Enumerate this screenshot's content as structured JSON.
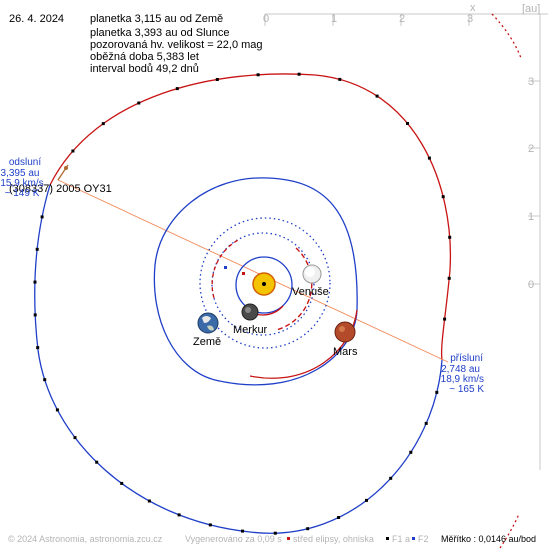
{
  "header": {
    "date": "26. 4. 2024",
    "info_lines": [
      "planetka 3,115 au od Země",
      "planetka 3,393 au od Slunce",
      "pozorovaná hv. velikost = 22,0 mag",
      "oběžná doba 5,383 let",
      "interval bodů 49,2 dnů"
    ]
  },
  "axes": {
    "x_label": "x",
    "unit_label": "[au]",
    "x_ticks": [
      "0",
      "1",
      "2",
      "3"
    ],
    "y_ticks": [
      "3",
      "2",
      "1",
      "0"
    ]
  },
  "asteroid": {
    "name": "(308337) 2005 OY31"
  },
  "aphelion": {
    "title": "odsluní",
    "distance": "3,395 au",
    "speed": "15,9 km/s",
    "temperature": "~ 149 K"
  },
  "perihelion": {
    "title": "přísluní",
    "distance": "2,748 au",
    "speed": "18,9 km/s",
    "temperature": "~ 165 K"
  },
  "planets": {
    "mercury": "Merkur",
    "venus": "Venuše",
    "earth": "Země",
    "mars": "Mars"
  },
  "footer": {
    "copyright": "© 2024 Astronomia, astronomia.zcu.cz",
    "generated": "Vygenerováno za 0,09 s",
    "legend_center": "střed elipsy, ohniska",
    "legend_f1": "F1 a",
    "legend_f2": "F2",
    "scale": "Měřítko : 0,0146 au/bod"
  },
  "colors": {
    "asteroid_orbit_near": "#c81414",
    "asteroid_orbit_far": "#1f3fc8",
    "planet_orbit_blue": "#1f3fc8",
    "planet_orbit_red": "#c81414",
    "apsides_line": "#f08a5a",
    "label_blue": "#1f3fc8",
    "grid_gray": "#b4b4b4",
    "footer_gray": "#a0a0a0"
  }
}
